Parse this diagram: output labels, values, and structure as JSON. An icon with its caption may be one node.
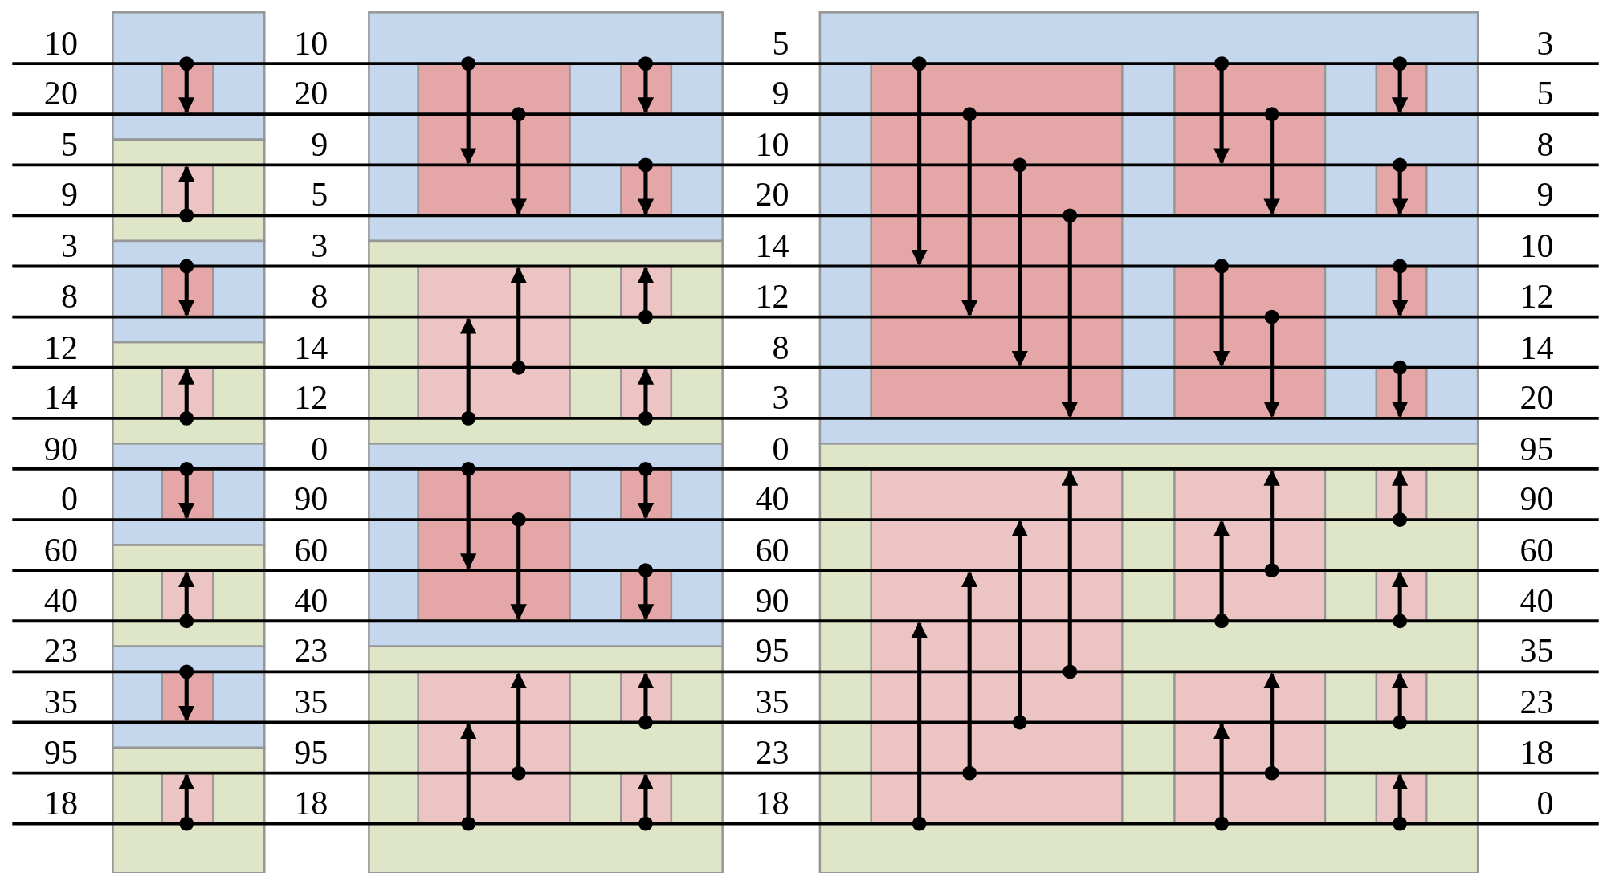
{
  "diagram": {
    "labels": [
      "10",
      "10",
      "5",
      "3",
      "20",
      "20",
      "9",
      "5",
      "5",
      "9",
      "10",
      "8",
      "9",
      "5",
      "20",
      "9",
      "3",
      "3",
      "14",
      "10",
      "8",
      "8",
      "12",
      "12",
      "12",
      "14",
      "8",
      "14",
      "14",
      "12",
      "3",
      "20",
      "90",
      "0",
      "0",
      "95",
      "0",
      "90",
      "40",
      "90",
      "60",
      "60",
      "60",
      "60",
      "40",
      "40",
      "90",
      "40",
      "23",
      "23",
      "95",
      "35",
      "35",
      "35",
      "35",
      "23",
      "95",
      "95",
      "23",
      "18",
      "18",
      "18",
      "18",
      "0"
    ]
  }
}
